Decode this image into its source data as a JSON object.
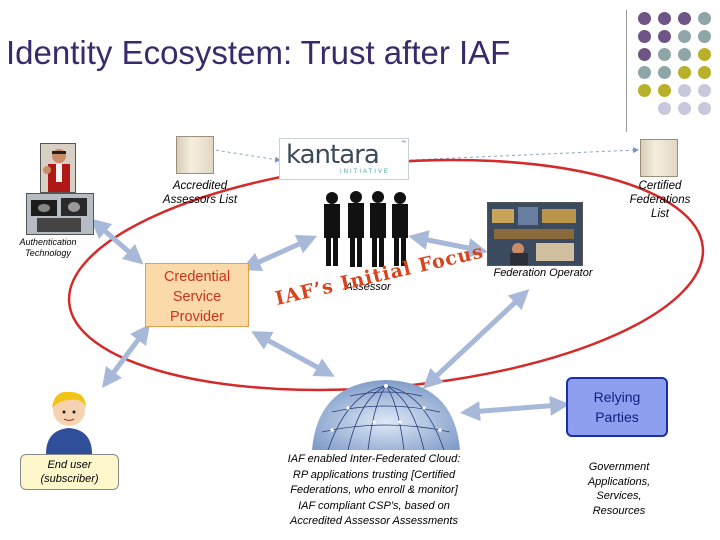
{
  "slide": {
    "title": "Identity Ecosystem: Trust after IAF",
    "focus_text": "IAF’s Initial Focus"
  },
  "labels": {
    "accredited_assessors": "Accredited\nAssessors List",
    "certified_federations": "Certified\nFederations\nList",
    "authentication_technology": "Authentication\nTechnology",
    "credential_service_provider": "Credential\nService\nProvider",
    "assessor": "Assessor",
    "federation_operator": "Federation Operator",
    "relying_parties": "Relying\nParties",
    "end_user": "End user\n(subscriber)",
    "cloud_caption": "IAF enabled Inter-Federated Cloud:\nRP applications trusting [Certified\nFederations, who enroll & monitor]\nIAF compliant CSP’s, based on\nAccredited Assessor Assessments",
    "government": "Government\nApplications,\nServices,\nResources"
  },
  "logo": {
    "word": "kantara",
    "subtitle": "INITIATIVE",
    "trademark": "™"
  },
  "colors": {
    "title": "#3b2a6b",
    "ellipse": "#d42a2a",
    "arrow": "#a8b8d8",
    "focus_text": "#d8441c",
    "csp_fill": "#fbd9a8",
    "csp_text": "#c8341c",
    "rp_fill": "#8f9ff0",
    "rp_text": "#0f1e80",
    "dot_purple": "#6e5585",
    "dot_teal": "#8fa6a8",
    "dot_olive": "#b9b02a",
    "dot_lavender": "#c8c8dc"
  },
  "icons": [
    "presenter-photo-icon",
    "fingerprint-devices-icon",
    "scroll-document-icon",
    "assessors-figures-icon",
    "federation-operator-photo-icon",
    "end-user-avatar-icon",
    "globe-network-icon"
  ]
}
